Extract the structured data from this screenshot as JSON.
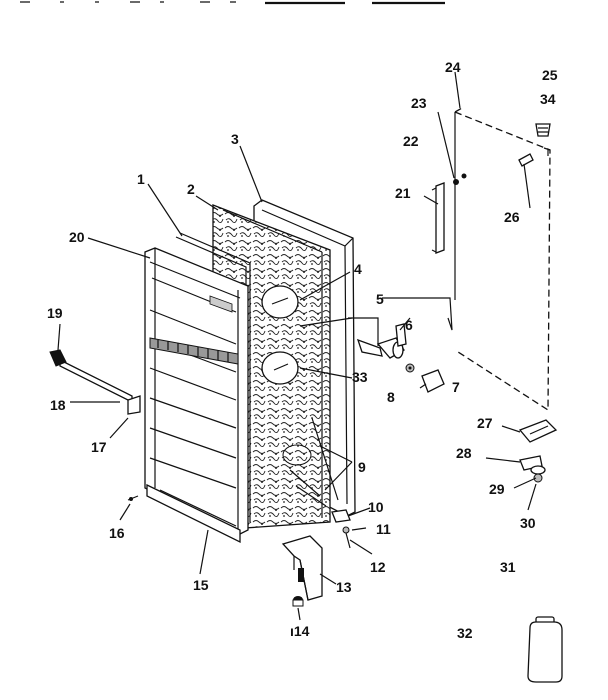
{
  "diagram": {
    "callouts": [
      {
        "id": "1",
        "text": "1"
      },
      {
        "id": "2",
        "text": "2"
      },
      {
        "id": "3",
        "text": "3"
      },
      {
        "id": "4",
        "text": "4"
      },
      {
        "id": "5",
        "text": "5"
      },
      {
        "id": "6",
        "text": "6"
      },
      {
        "id": "7",
        "text": "7"
      },
      {
        "id": "8",
        "text": "8"
      },
      {
        "id": "9",
        "text": "9"
      },
      {
        "id": "10",
        "text": "10"
      },
      {
        "id": "11",
        "text": "11"
      },
      {
        "id": "12",
        "text": "12"
      },
      {
        "id": "13",
        "text": "13"
      },
      {
        "id": "14",
        "text": "ı14"
      },
      {
        "id": "15",
        "text": "15"
      },
      {
        "id": "16",
        "text": "16"
      },
      {
        "id": "17",
        "text": "17"
      },
      {
        "id": "18",
        "text": "18"
      },
      {
        "id": "19",
        "text": "19"
      },
      {
        "id": "20",
        "text": "20"
      },
      {
        "id": "21",
        "text": "21"
      },
      {
        "id": "22",
        "text": "22"
      },
      {
        "id": "23",
        "text": "23"
      },
      {
        "id": "24",
        "text": "24"
      },
      {
        "id": "25",
        "text": "25"
      },
      {
        "id": "26",
        "text": "26"
      },
      {
        "id": "27",
        "text": "27"
      },
      {
        "id": "28",
        "text": "28"
      },
      {
        "id": "29",
        "text": "29"
      },
      {
        "id": "30",
        "text": "30"
      },
      {
        "id": "31",
        "text": "31"
      },
      {
        "id": "32",
        "text": "32"
      },
      {
        "id": "33",
        "text": "33"
      },
      {
        "id": "34",
        "text": "34"
      }
    ]
  }
}
